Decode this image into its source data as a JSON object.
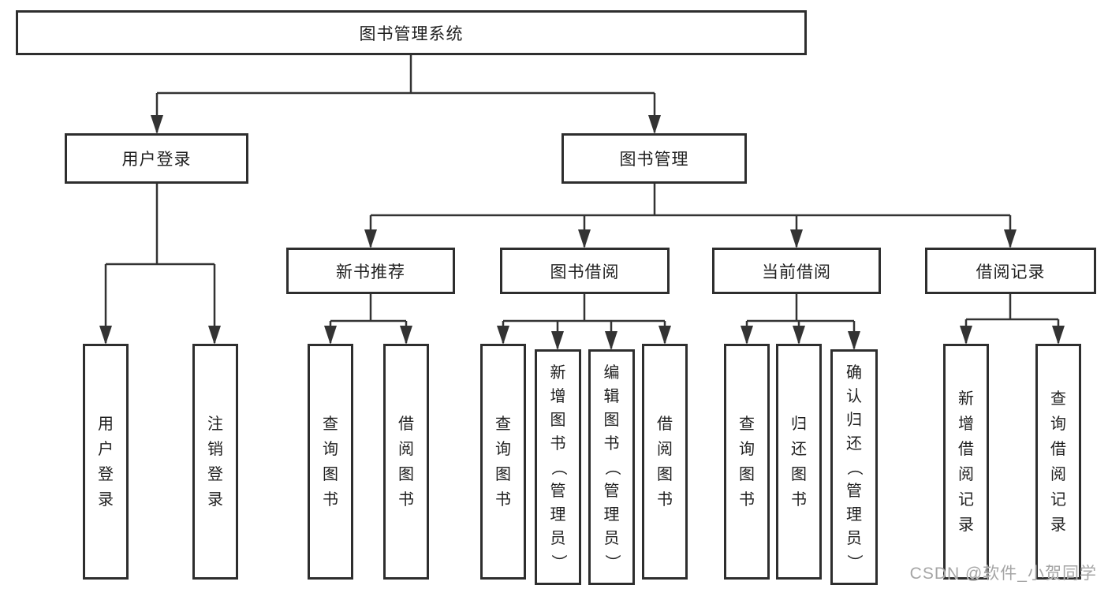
{
  "root": {
    "label": "图书管理系统"
  },
  "level2": [
    {
      "label": "用户登录",
      "children": [
        "用户登录",
        "注销登录"
      ]
    },
    {
      "label": "图书管理"
    }
  ],
  "level3": [
    {
      "label": "新书推荐",
      "children": [
        "查询图书",
        "借阅图书"
      ]
    },
    {
      "label": "图书借阅",
      "children": [
        "查询图书",
        "新增图书（管理员）",
        "编辑图书（管理员）",
        "借阅图书"
      ]
    },
    {
      "label": "当前借阅",
      "children": [
        "查询图书",
        "归还图书",
        "确认归还（管理员）"
      ]
    },
    {
      "label": "借阅记录",
      "children": [
        "新增借阅记录",
        "查询借阅记录"
      ]
    }
  ],
  "watermark": "CSDN @软件_小贺同学",
  "colors": {
    "line": "#333333",
    "box_border": "#2e2e2e",
    "text": "#1f1f1f",
    "watermark": "#a5a5a5",
    "background": "#ffffff"
  }
}
